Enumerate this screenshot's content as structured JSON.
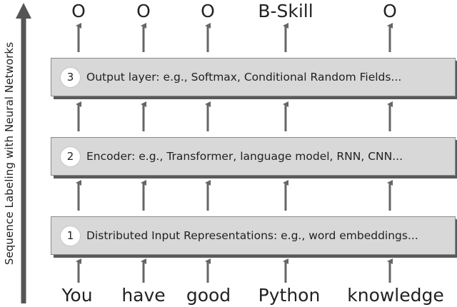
{
  "side_label": "Sequence Labeling with Neural Networks",
  "inputs": [
    "You",
    "have",
    "good",
    "Python",
    "knowledge"
  ],
  "outputs": [
    "O",
    "O",
    "O",
    "B-Skill",
    "O"
  ],
  "layers": [
    {
      "number": "3",
      "text": "Output layer: e.g., Softmax, Conditional Random Fields..."
    },
    {
      "number": "2",
      "text": "Encoder: e.g., Transformer, language model, RNN, CNN..."
    },
    {
      "number": "1",
      "text": "Distributed Input Representations: e.g., word embeddings..."
    }
  ],
  "colors": {
    "layer_fill": "#d8d8d8",
    "layer_shadow": "#5a5a5a",
    "arrow": "#666666"
  }
}
